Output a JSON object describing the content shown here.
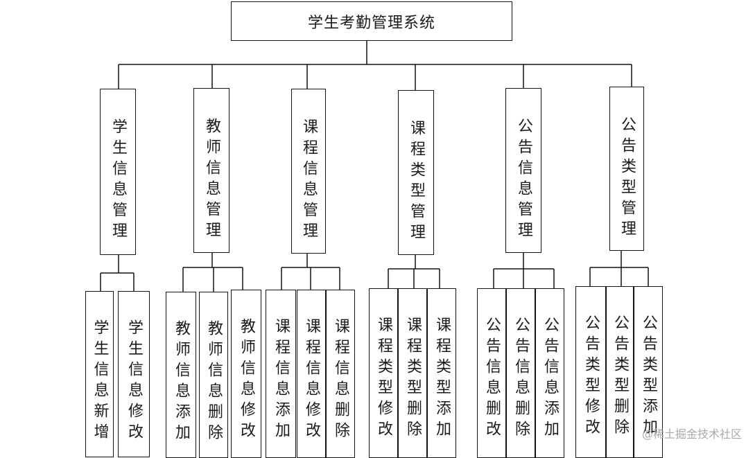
{
  "root": {
    "label": "学生考勤管理系统"
  },
  "categories": [
    {
      "label": "学生信息管理",
      "children": [
        "学生信息新增",
        "学生信息修改"
      ]
    },
    {
      "label": "教师信息管理",
      "children": [
        "教师信息添加",
        "教师信息删除",
        "教师信息修改"
      ]
    },
    {
      "label": "课程信息管理",
      "children": [
        "课程信息添加",
        "课程信息修改",
        "课程信息删除"
      ]
    },
    {
      "label": "课程类型管理",
      "children": [
        "课程类型修改",
        "课程类型删除",
        "课程类型添加"
      ]
    },
    {
      "label": "公告信息管理",
      "children": [
        "公告信息删改",
        "公告信息删除",
        "公告信息添加"
      ]
    },
    {
      "label": "公告类型管理",
      "children": [
        "公告类型修改",
        "公告类型删除",
        "公告类型添加"
      ]
    }
  ],
  "watermark": "@稀土掘金技术社区"
}
